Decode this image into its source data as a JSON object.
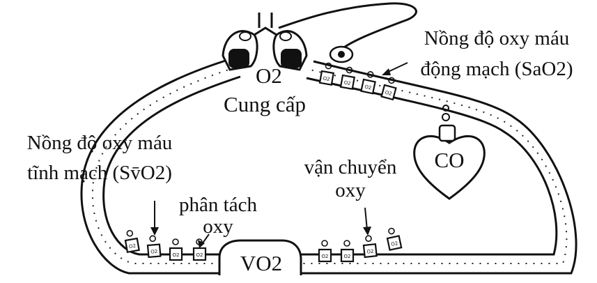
{
  "labels": {
    "o2_symbol": "O2",
    "o2_supply": "Cung cấp",
    "sao2_line1": "Nồng độ oxy máu",
    "sao2_line2": "động mạch (SaO2)",
    "svo2_line1": "Nồng độ oxy máu",
    "svo2_line2": "tĩnh mạch (Sv̄O2)",
    "extraction_line1": "phân tách",
    "extraction_line2": "oxy",
    "transport_line1": "vận chuyển",
    "transport_line2": "oxy",
    "co": "CO",
    "vo2": "VO2",
    "cell_mark": "O2"
  },
  "colors": {
    "ink": "#111111",
    "background": "#ffffff"
  }
}
